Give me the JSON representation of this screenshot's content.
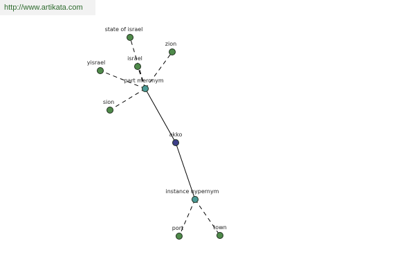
{
  "watermark": "http://www.artikata.com",
  "colors": {
    "word_node": "#4f8a4a",
    "relation_node": "#4a9a96",
    "center_node": "#3d3f88",
    "node_stroke": "#1e2e1e",
    "edge": "#000000"
  },
  "graph": {
    "center": {
      "id": "akko",
      "label": "akko",
      "type": "center"
    },
    "relations": [
      {
        "id": "part-meronym",
        "label": "part meronym",
        "type": "relation",
        "words": [
          {
            "id": "state-of-israel",
            "label": "state of israel"
          },
          {
            "id": "israel",
            "label": "israel"
          },
          {
            "id": "zion",
            "label": "zion"
          },
          {
            "id": "yisrael",
            "label": "yisrael"
          },
          {
            "id": "sion",
            "label": "sion"
          }
        ]
      },
      {
        "id": "instance-hypernym",
        "label": "instance hypernym",
        "type": "relation",
        "words": [
          {
            "id": "port",
            "label": "port"
          },
          {
            "id": "town",
            "label": "town"
          }
        ]
      }
    ]
  }
}
